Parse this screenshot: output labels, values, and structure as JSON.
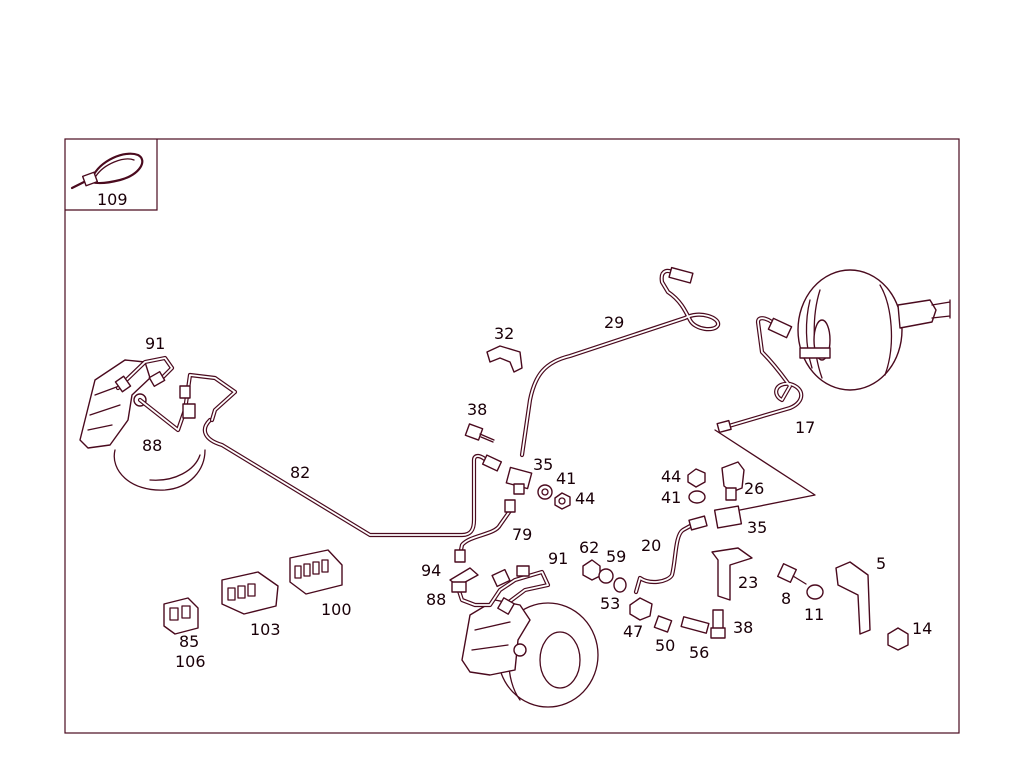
{
  "diagram": {
    "inset_label": "109",
    "callouts": [
      {
        "id": "c91a",
        "text": "91"
      },
      {
        "id": "c88a",
        "text": "88"
      },
      {
        "id": "c82",
        "text": "82"
      },
      {
        "id": "c32",
        "text": "32"
      },
      {
        "id": "c29",
        "text": "29"
      },
      {
        "id": "c38a",
        "text": "38"
      },
      {
        "id": "c35a",
        "text": "35"
      },
      {
        "id": "c41a",
        "text": "41"
      },
      {
        "id": "c44a",
        "text": "44"
      },
      {
        "id": "c79",
        "text": "79"
      },
      {
        "id": "c17",
        "text": "17"
      },
      {
        "id": "c44b",
        "text": "44"
      },
      {
        "id": "c41b",
        "text": "41"
      },
      {
        "id": "c26",
        "text": "26"
      },
      {
        "id": "c35b",
        "text": "35"
      },
      {
        "id": "c20",
        "text": "20"
      },
      {
        "id": "c62",
        "text": "62"
      },
      {
        "id": "c59",
        "text": "59"
      },
      {
        "id": "c91b",
        "text": "91"
      },
      {
        "id": "c94",
        "text": "94"
      },
      {
        "id": "c88b",
        "text": "88"
      },
      {
        "id": "c53",
        "text": "53"
      },
      {
        "id": "c23",
        "text": "23"
      },
      {
        "id": "c8",
        "text": "8"
      },
      {
        "id": "c11",
        "text": "11"
      },
      {
        "id": "c5",
        "text": "5"
      },
      {
        "id": "c14",
        "text": "14"
      },
      {
        "id": "c47",
        "text": "47"
      },
      {
        "id": "c50",
        "text": "50"
      },
      {
        "id": "c56",
        "text": "56"
      },
      {
        "id": "c38b",
        "text": "38"
      },
      {
        "id": "c100",
        "text": "100"
      },
      {
        "id": "c103",
        "text": "103"
      },
      {
        "id": "c85",
        "text": "85"
      },
      {
        "id": "c106",
        "text": "106"
      }
    ]
  }
}
